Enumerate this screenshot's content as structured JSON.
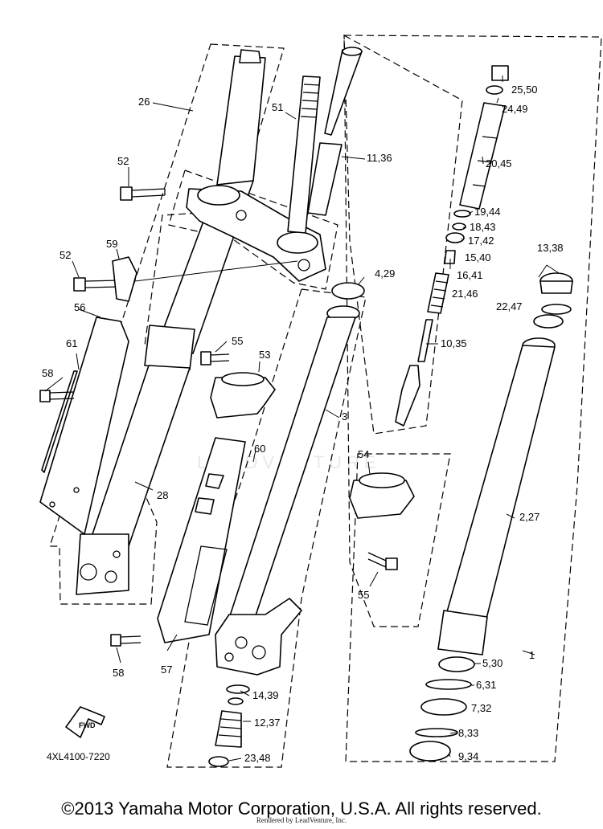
{
  "diagram_code": "4XL4100-7220",
  "copyright": "©2013 Yamaha Motor Corporation, U.S.A. All rights reserved.",
  "rendered_by": "Rendered by LeadVenture, Inc.",
  "watermark": "LEADVENTURE",
  "fwd_label": "FWD",
  "callouts": {
    "c1": "1",
    "c3": "3",
    "c26": "26",
    "c28": "28",
    "c51": "51",
    "c52a": "52",
    "c52b": "52",
    "c53": "53",
    "c54": "54",
    "c55a": "55",
    "c55b": "55",
    "c56": "56",
    "c57": "57",
    "c58a": "58",
    "c58b": "58",
    "c59": "59",
    "c60": "60",
    "c61": "61",
    "c2_27": "2,27",
    "c4_29": "4,29",
    "c5_30": "5,30",
    "c6_31": "6,31",
    "c7_32": "7,32",
    "c8_33": "8,33",
    "c9_34": "9,34",
    "c10_35": "10,35",
    "c11_36": "11,36",
    "c12_37": "12,37",
    "c13_38": "13,38",
    "c14_39": "14,39",
    "c15_40": "15,40",
    "c16_41": "16,41",
    "c17_42": "17,42",
    "c18_43": "18,43",
    "c19_44": "19,44",
    "c20_45": "20,45",
    "c21_46": "21,46",
    "c22_47": "22,47",
    "c23_48": "23,48",
    "c24_49": "24,49",
    "c25_50": "25,50"
  }
}
